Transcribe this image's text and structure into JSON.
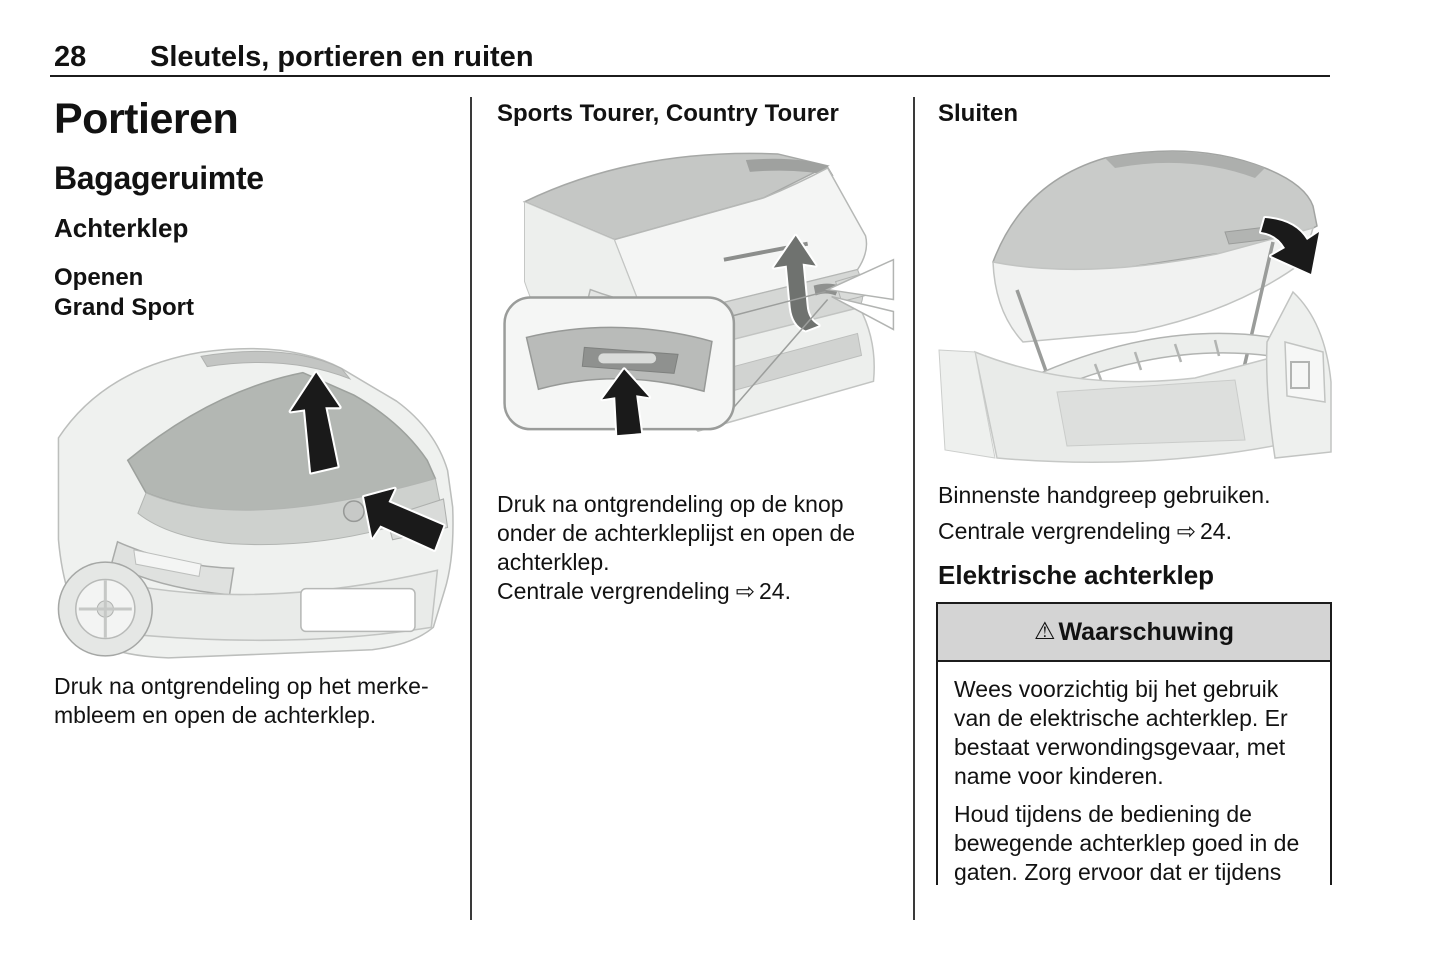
{
  "header": {
    "page_number": "28",
    "chapter_title": "Sleutels, portieren en ruiten"
  },
  "columns": {
    "left": {
      "title": "Portieren",
      "section": "Bagageruimte",
      "subsection": "Achterklep",
      "action_heading": "Openen",
      "variant_heading": "Grand Sport",
      "figure": "grand-sport-rear-tailgate-open-arrows",
      "paragraph": [
        "Druk na ontgrendeling op het merke-",
        "mbleem en open de achterklep."
      ]
    },
    "middle": {
      "heading": "Sports Tourer, Country Tourer",
      "figure": "sports-tourer-release-button-callout",
      "paragraph": [
        "Druk na ontgrendeling op de knop",
        "onder de achterkleplijst en open de",
        "achterklep."
      ],
      "reference": {
        "label": "Centrale vergrendeling",
        "arrow": "⇨",
        "page": "24."
      }
    },
    "right": {
      "heading": "Sluiten",
      "figure": "open-tailgate-inner-handle-close-arrow",
      "paragraph": "Binnenste handgreep gebruiken.",
      "reference": {
        "label": "Centrale vergrendeling",
        "arrow": "⇨",
        "page": "24."
      },
      "subheading": "Elektrische achterklep",
      "warning": {
        "icon": "⚠",
        "title": "Waarschuwing",
        "paragraph1": [
          "Wees voorzichtig bij het gebruik",
          "van de elektrische achterklep. Er",
          "bestaat verwondingsgevaar, met",
          "name voor kinderen."
        ],
        "paragraph2": [
          "Houd tijdens de bediening de",
          "bewegende achterklep goed in de",
          "gaten. Zorg ervoor dat er tijdens"
        ]
      }
    }
  },
  "colors": {
    "text": "#121212",
    "rule": "#1c1c1c",
    "divider": "#3a3a3a",
    "warning_header_bg": "#d4d4d4",
    "warning_border": "#1c1c1c"
  }
}
